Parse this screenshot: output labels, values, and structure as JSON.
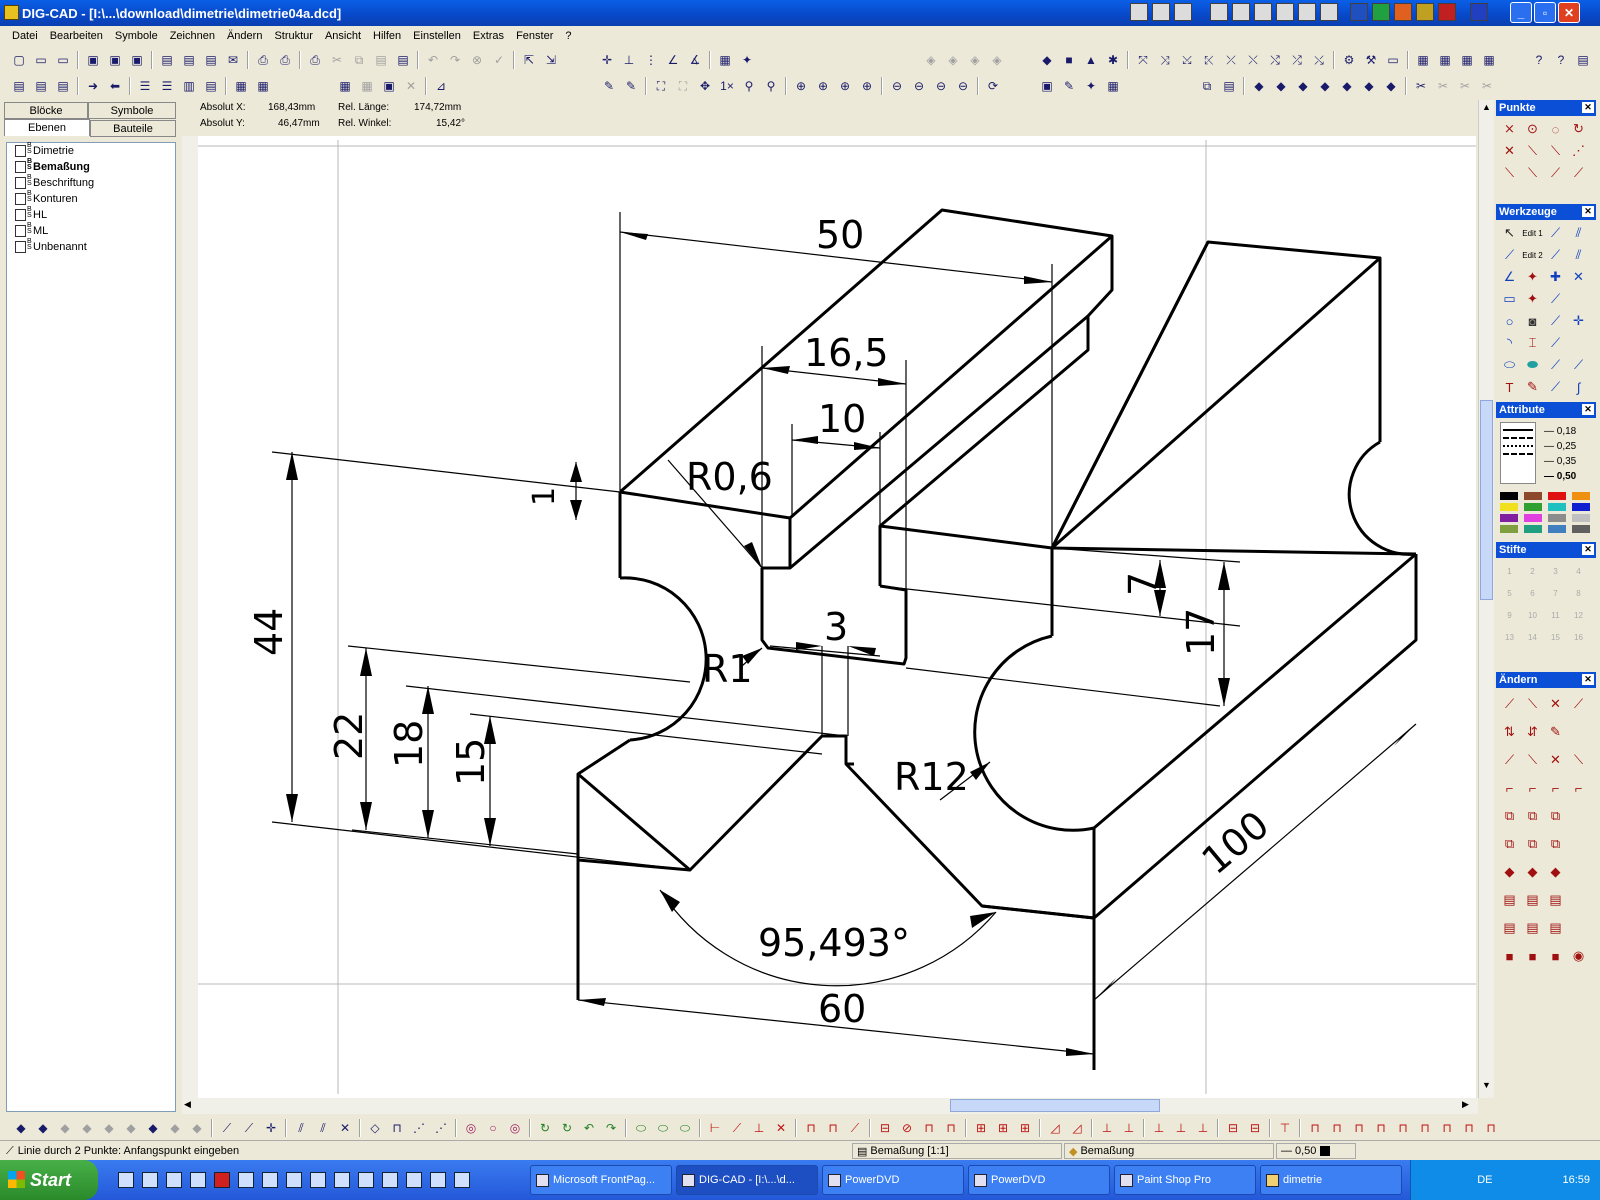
{
  "window": {
    "title": "DIG-CAD - [I:\\...\\download\\dimetrie\\dimetrie04a.dcd]"
  },
  "menu": [
    "Datei",
    "Bearbeiten",
    "Symbole",
    "Zeichnen",
    "Ändern",
    "Struktur",
    "Ansicht",
    "Hilfen",
    "Einstellen",
    "Extras",
    "Fenster",
    "?"
  ],
  "left_tabs": {
    "bloecke": "Blöcke",
    "symbole": "Symbole",
    "ebenen": "Ebenen",
    "bauteile": "Bauteile"
  },
  "layers": [
    {
      "name": "Dimetrie",
      "bold": false
    },
    {
      "name": "Bemaßung",
      "bold": true
    },
    {
      "name": "Beschriftung",
      "bold": false
    },
    {
      "name": "Konturen",
      "bold": false
    },
    {
      "name": "HL",
      "bold": false
    },
    {
      "name": "ML",
      "bold": false
    },
    {
      "name": "Unbenannt",
      "bold": false
    }
  ],
  "coords": {
    "abs_x_label": "Absolut X:",
    "abs_x": "168,43mm",
    "abs_y_label": "Absolut Y:",
    "abs_y": "46,47mm",
    "rel_len_label": "Rel. Länge:",
    "rel_len": "174,72mm",
    "rel_ang_label": "Rel. Winkel:",
    "rel_ang": "15,42°"
  },
  "dimensions": {
    "d50": "50",
    "d16_5": "16,5",
    "d10": "10",
    "r0_6": "R0,6",
    "d1": "1",
    "d44": "44",
    "d22": "22",
    "d18": "18",
    "d15": "15",
    "r1": "R1",
    "d3": "3",
    "r12": "R12",
    "d7": "7",
    "d17": "17",
    "d100": "100",
    "angle": "95,493°",
    "d60": "60"
  },
  "panels": {
    "punkte": "Punkte",
    "werkzeuge": "Werkzeuge",
    "attribute": "Attribute",
    "stifte": "Stifte",
    "aendern": "Ändern"
  },
  "line_widths": [
    "0,18",
    "0,25",
    "0,35",
    "0,50"
  ],
  "stift_labels": [
    "1",
    "2",
    "3",
    "4",
    "5",
    "6",
    "7",
    "8",
    "9",
    "10",
    "11",
    "12",
    "13",
    "14",
    "15",
    "16"
  ],
  "edit_labels": [
    "Edit 1",
    "Edit 2"
  ],
  "palette": [
    "#000000",
    "#8c4a2a",
    "#e01010",
    "#f09010",
    "#f0e020",
    "#30a030",
    "#20c0c0",
    "#1020d0",
    "#8020a0",
    "#e040e0",
    "#8c8c8c",
    "#c0c0c0",
    "#80a040",
    "#20a080",
    "#4080c0",
    "#606060"
  ],
  "status": {
    "hint": "Linie durch 2 Punkte: Anfangspunkt eingeben",
    "block": "Bemaßung [1:1]",
    "layer": "Bemaßung",
    "pen": "0,50"
  },
  "taskbar": {
    "start": "Start",
    "tasks": [
      "Microsoft FrontPag...",
      "DIG-CAD - [I:\\...\\d...",
      "PowerDVD",
      "PowerDVD",
      "Paint Shop Pro",
      "dimetrie"
    ],
    "lang": "DE",
    "clock": "16:59"
  }
}
